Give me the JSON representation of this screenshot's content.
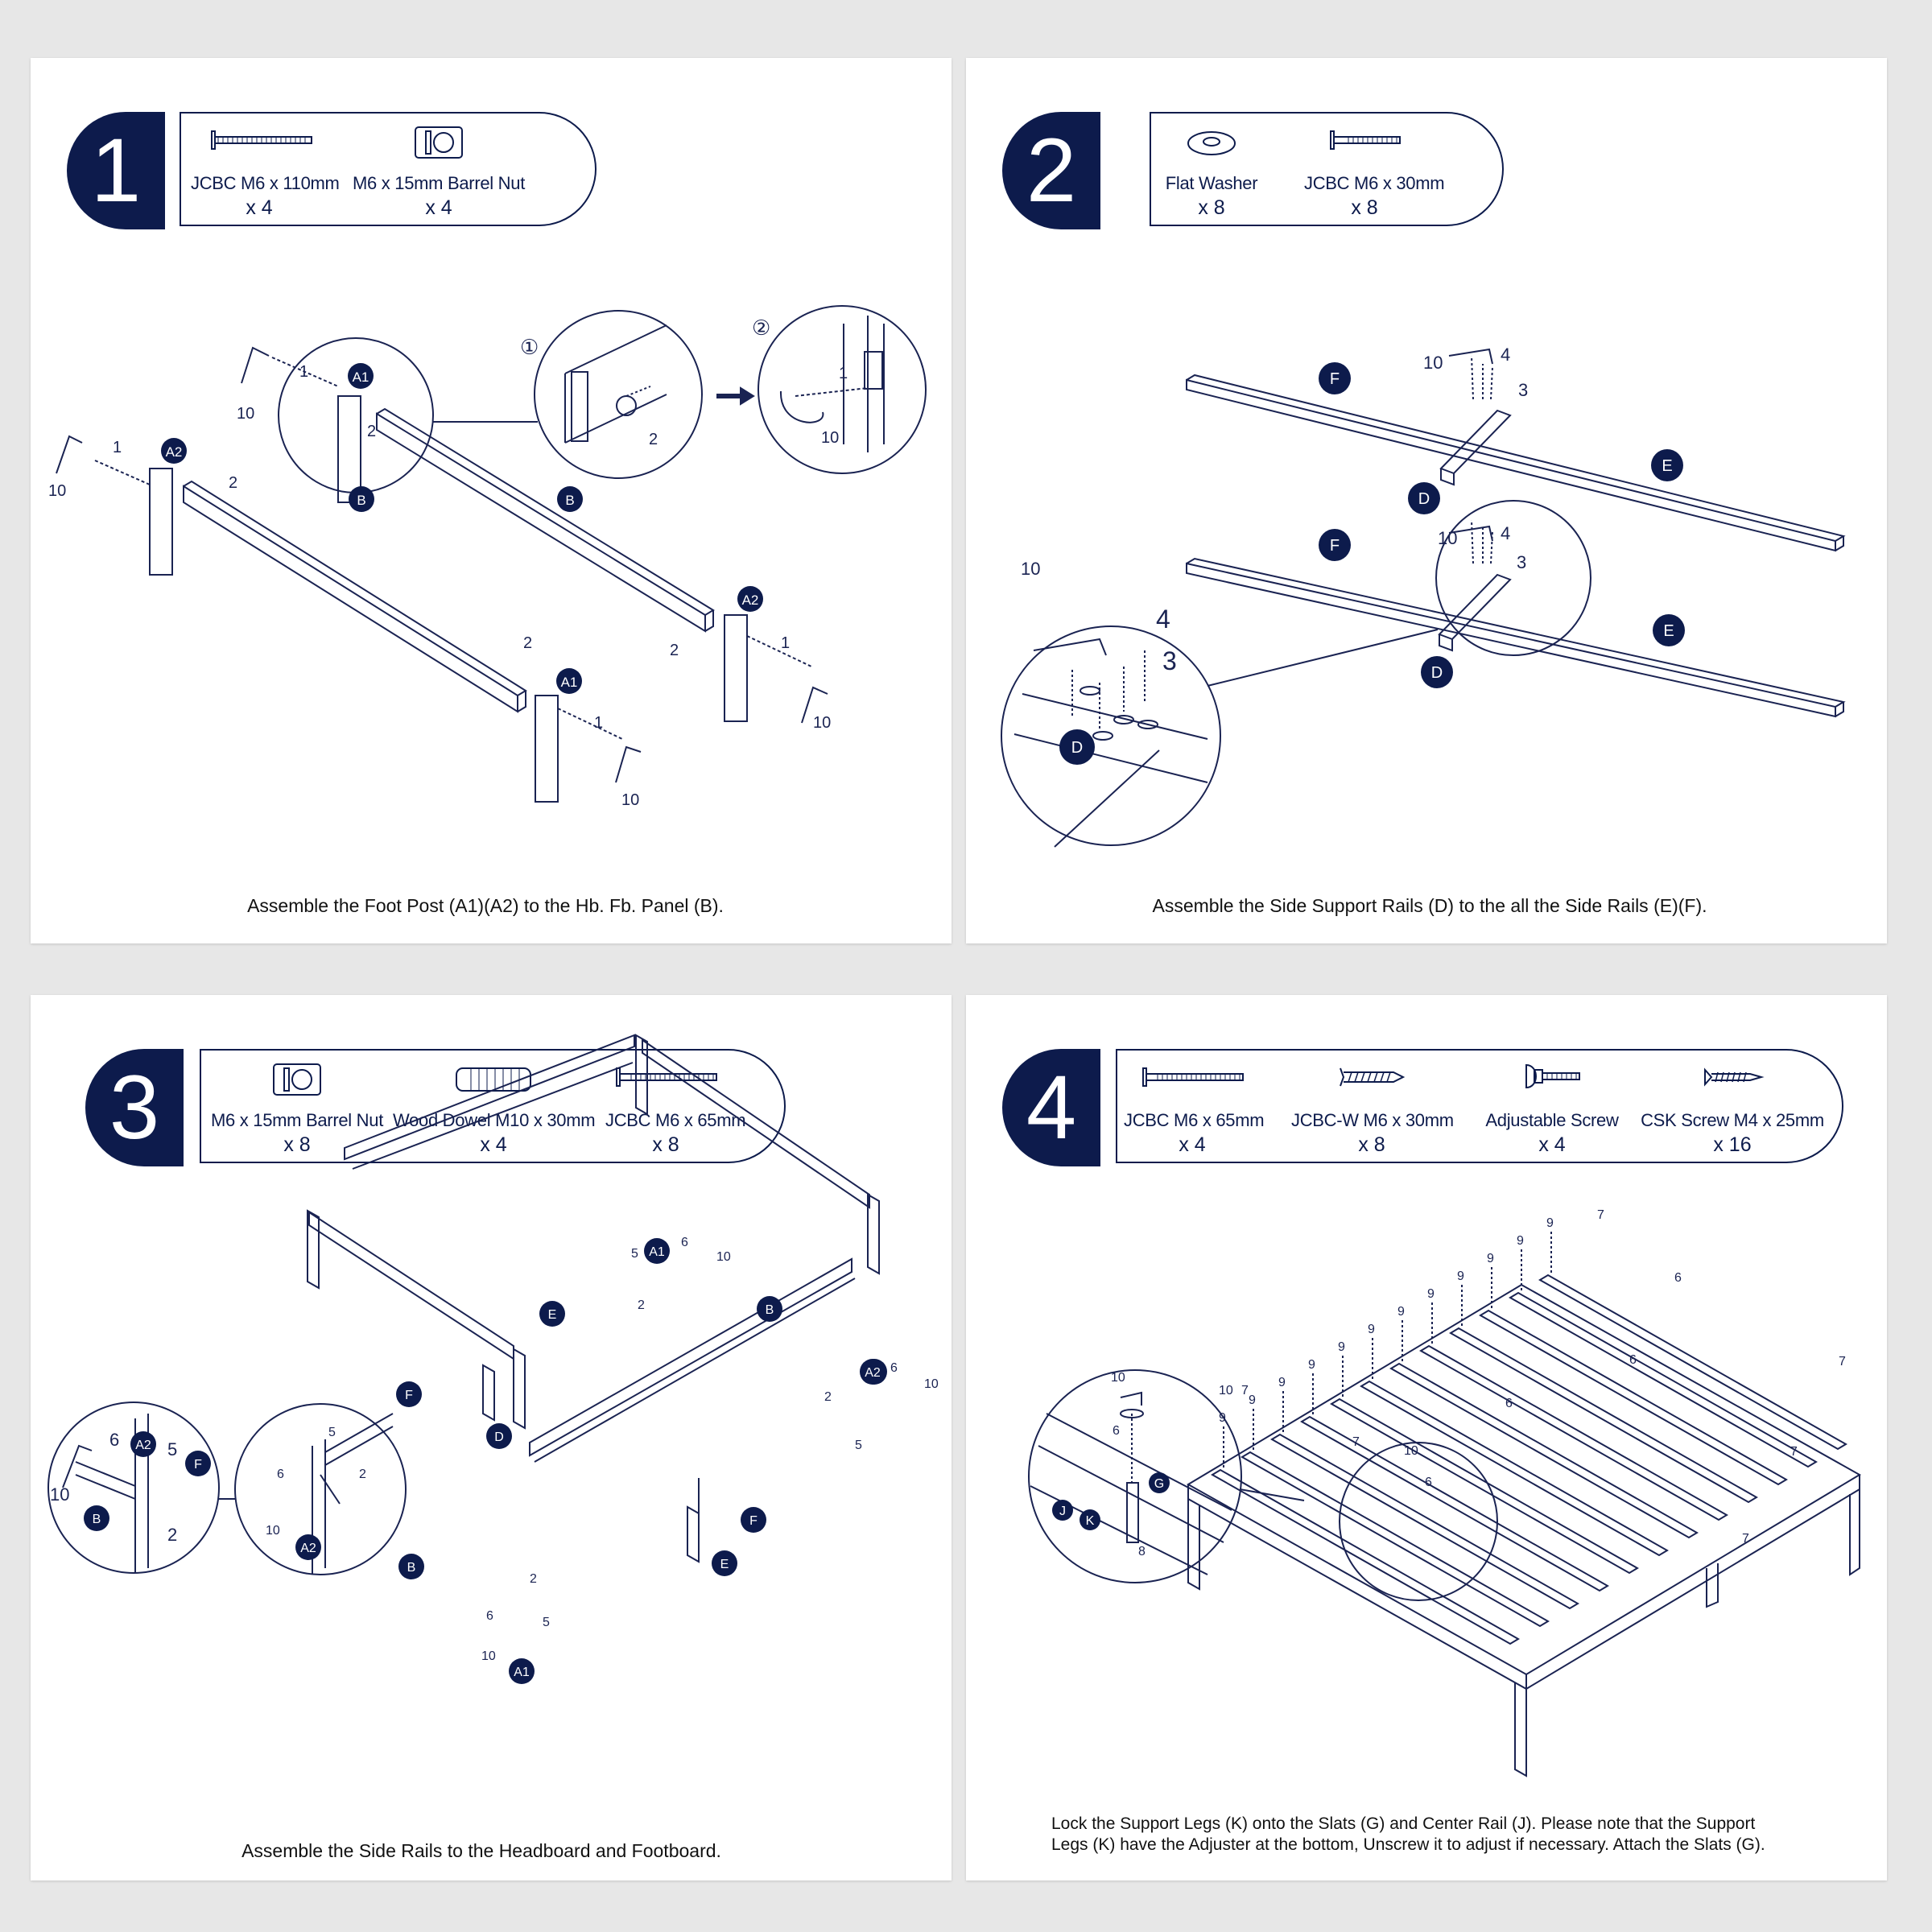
{
  "steps": [
    {
      "number": "1",
      "parts": [
        {
          "name": "JCBC M6 x 110mm",
          "qty": "x 4",
          "icon": "long-bolt-icon"
        },
        {
          "name": "M6 x 15mm Barrel Nut",
          "qty": "x 4",
          "icon": "barrel-nut-icon"
        }
      ],
      "caption": "Assemble the Foot Post (A1)(A2) to the Hb. Fb. Panel (B).",
      "labels": {
        "a1": "A1",
        "a2": "A2",
        "b": "B",
        "one": "1",
        "two": "2",
        "ten": "10",
        "circ1": "①",
        "circ2": "②"
      }
    },
    {
      "number": "2",
      "parts": [
        {
          "name": "Flat Washer",
          "qty": "x 8",
          "icon": "flat-washer-icon"
        },
        {
          "name": "JCBC M6 x 30mm",
          "qty": "x 8",
          "icon": "short-bolt-icon"
        }
      ],
      "caption": "Assemble the Side Support Rails (D) to the all the Side Rails (E)(F).",
      "labels": {
        "d": "D",
        "e": "E",
        "f": "F",
        "three": "3",
        "four": "4",
        "ten": "10"
      }
    },
    {
      "number": "3",
      "parts": [
        {
          "name": "M6 x 15mm Barrel Nut",
          "qty": "x 8",
          "icon": "barrel-nut-icon"
        },
        {
          "name": "Wood Dowel M10 x 30mm",
          "qty": "x 4",
          "icon": "wood-dowel-icon"
        },
        {
          "name": "JCBC M6 x 65mm",
          "qty": "x 8",
          "icon": "long-bolt-icon"
        }
      ],
      "caption": "Assemble the Side Rails to the Headboard and Footboard.",
      "labels": {
        "a1": "A1",
        "a2": "A2",
        "b": "B",
        "d": "D",
        "e": "E",
        "f": "F",
        "two": "2",
        "five": "5",
        "six": "6",
        "ten": "10"
      }
    },
    {
      "number": "4",
      "parts": [
        {
          "name": "JCBC M6 x 65mm",
          "qty": "x 4",
          "icon": "long-bolt-icon"
        },
        {
          "name": "JCBC-W M6 x 30mm",
          "qty": "x 8",
          "icon": "wood-screw-icon"
        },
        {
          "name": "Adjustable Screw",
          "qty": "x 4",
          "icon": "adjustable-screw-icon"
        },
        {
          "name": "CSK Screw M4 x 25mm",
          "qty": "x 16",
          "icon": "csk-screw-icon"
        }
      ],
      "caption_line1": "Lock the Support Legs (K) onto the Slats (G) and Center Rail (J). Please note that the Support",
      "caption_line2": "Legs (K) have the Adjuster at the bottom, Unscrew it to adjust if necessary. Attach the Slats (G).",
      "labels": {
        "g": "G",
        "j": "J",
        "k": "K",
        "six": "6",
        "seven": "7",
        "eight": "8",
        "nine": "9",
        "ten": "10"
      }
    }
  ],
  "colors": {
    "navy": "#0d1b4c",
    "line": "#1a2352",
    "bg": "#e7e7e7"
  }
}
